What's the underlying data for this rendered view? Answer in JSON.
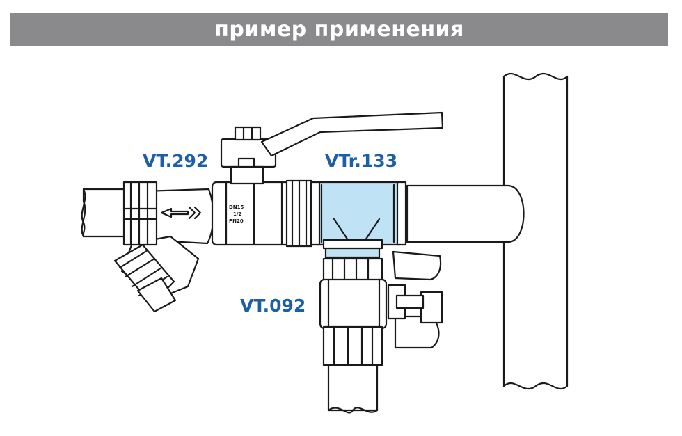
{
  "header": {
    "title": "пример применения"
  },
  "labels": {
    "ball_valve": "VT.292",
    "tee": "VTr.133",
    "bottom_valve": "VT.092"
  },
  "valve_marking": {
    "line1": "DN15",
    "line2": "1/2",
    "line3": "PN20"
  },
  "colors": {
    "banner": "#8a8a8c",
    "label_blue": "#1d5fa6",
    "tee_fill": "#bfe3f5"
  }
}
